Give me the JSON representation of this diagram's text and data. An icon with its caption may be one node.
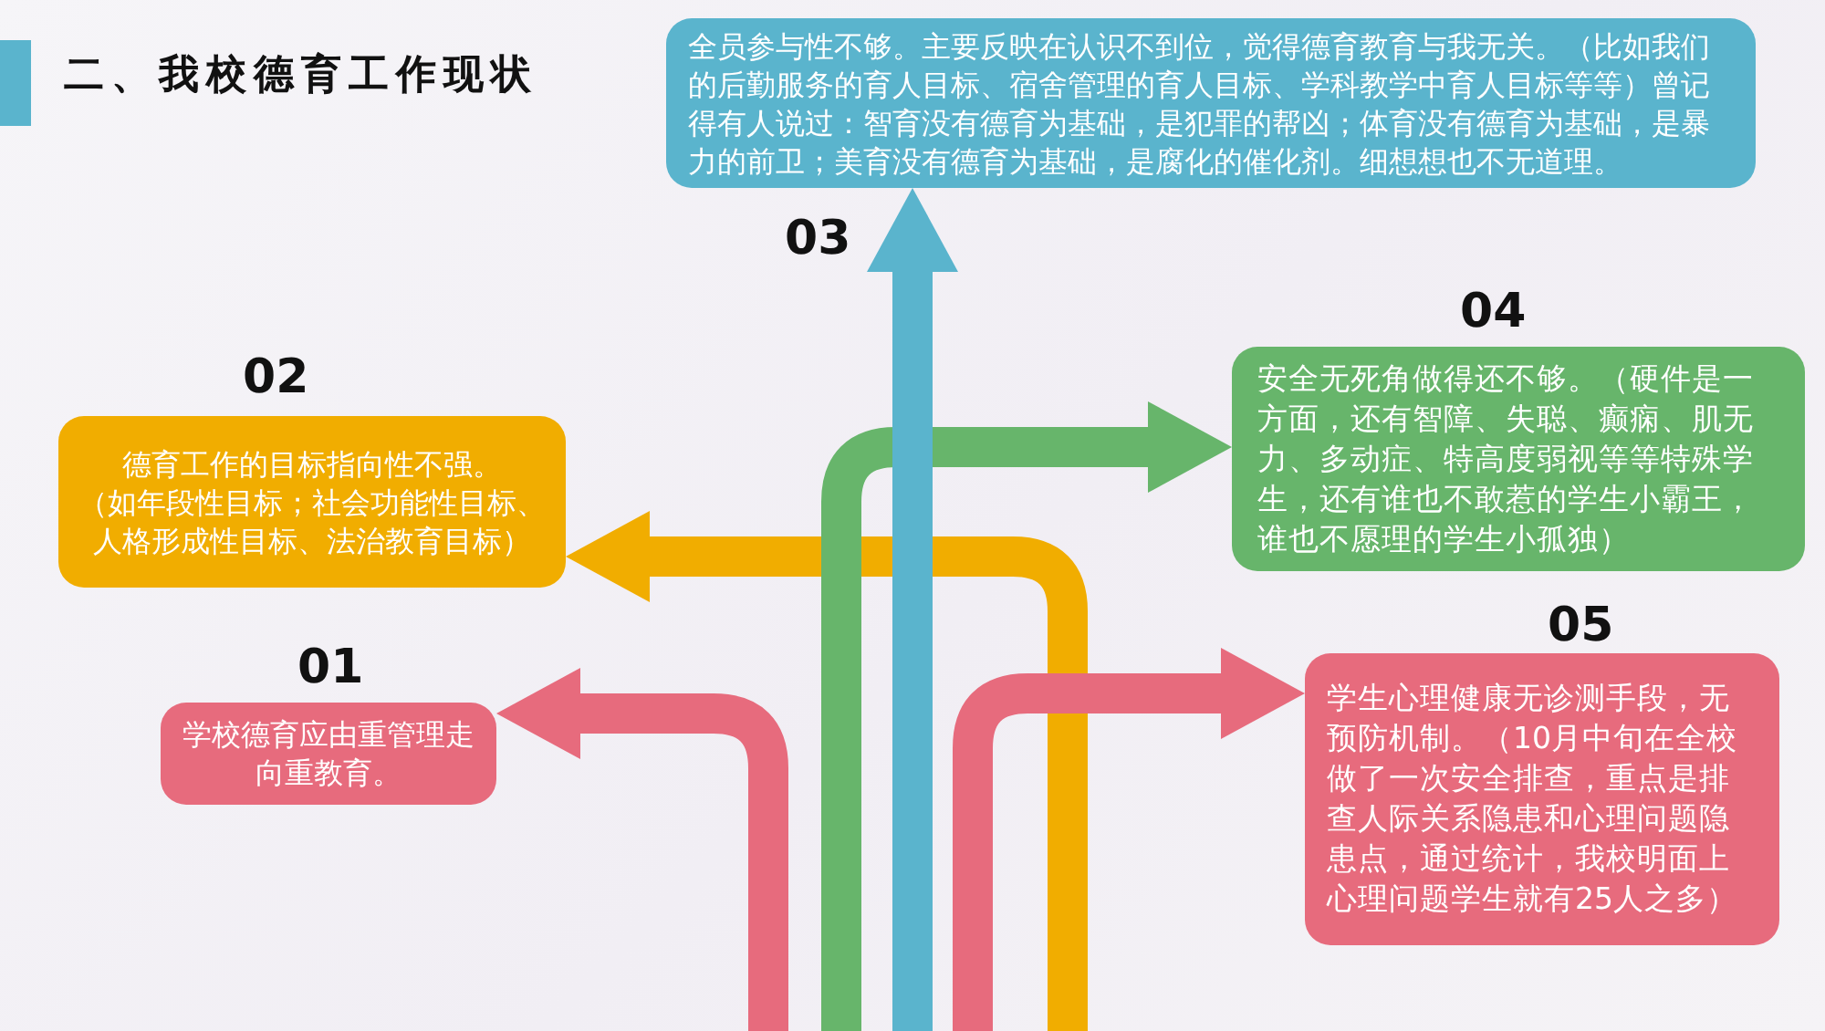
{
  "diagram": {
    "title": "二、我校德育工作现状",
    "nodes": [
      {
        "text": [
          "学校德育应由重管理走向重教育。"
        ],
        "beside": [
          "01"
        ]
      },
      {
        "text": [
          "德育工作的目标指向性不强。",
          "（如年段性目标；社会功能性目标、人格形成性目标、法治教育目标）"
        ],
        "beside": [
          "02"
        ]
      },
      {
        "text": [
          "全员参与性不够。主要反映在认识不到位，觉得德育教育与我无关。（比如我们的后勤服务的育人目标、宿舍管理的育人目标、学科教学中育人目标等等）曾记得有人说过：智育没有德育为基础，是犯罪的帮凶；体育没有德育为基础，是暴力的前卫；美育没有德育为基础，是腐化的催化剂。细想想也不无道理。"
        ],
        "beside": [
          "03"
        ]
      },
      {
        "text": [
          "安全无死角做得还不够。（硬件是一方面，还有智障、失聪、癫痫、肌无力、多动症、特高度弱视等等特殊学生，还有谁也不敢惹的学生小霸王，谁也不愿理的学生小孤独）"
        ],
        "beside": [
          "04"
        ]
      },
      {
        "text": [
          "学生心理健康无诊测手段，无预防机制。（10月中旬在全校做了一次安全排查，重点是排查人际关系隐患和心理问题隐患点，通过统计，我校明面上心理问题学生就有25人之多）"
        ],
        "beside": [
          "05"
        ]
      }
    ],
    "edges": [
      {
        "from": null,
        "to": 0,
        "arrow": "to",
        "color": "#e76b7d"
      },
      {
        "from": null,
        "to": 1,
        "arrow": "to",
        "color": "#f1ad00"
      },
      {
        "from": null,
        "to": 2,
        "arrow": "to",
        "color": "#5ab4cd"
      },
      {
        "from": null,
        "to": 3,
        "arrow": "to",
        "color": "#67b56b"
      },
      {
        "from": null,
        "to": 4,
        "arrow": "to",
        "color": "#e76b7d"
      }
    ]
  }
}
